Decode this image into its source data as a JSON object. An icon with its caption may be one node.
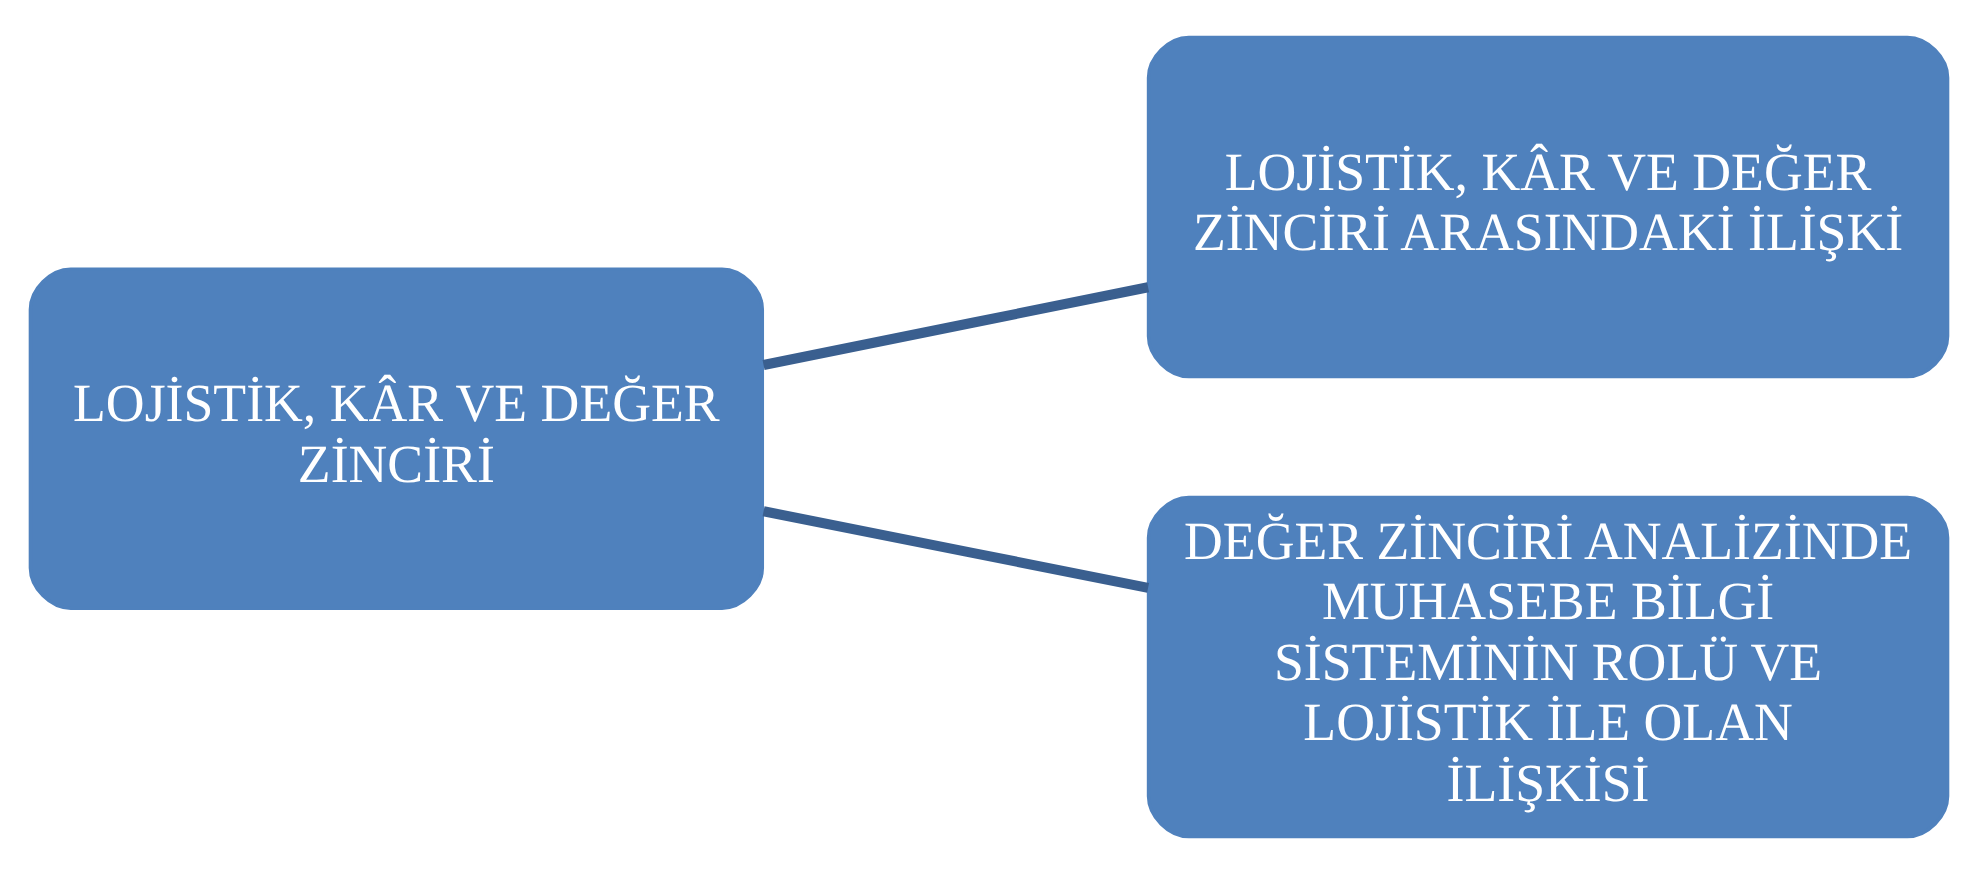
{
  "diagram": {
    "nodes": [
      {
        "text": [
          "LOJİSTİK, KÂR VE DEĞER ZİNCİRİ"
        ]
      },
      {
        "text": [
          "LOJİSTİK, KÂR VE DEĞER ZİNCİRİ ARASINDAKİ İLİŞKİ"
        ]
      },
      {
        "text": [
          "DEĞER ZİNCİRİ ANALİZİNDE MUHASEBE BİLGİ SİSTEMİNİN ROLÜ VE LOJİSTİK İLE OLAN İLİŞKİSİ"
        ]
      }
    ],
    "edges": [
      {
        "from": 0,
        "to": 1,
        "arrow": "none"
      },
      {
        "from": 0,
        "to": 2,
        "arrow": "none"
      }
    ]
  }
}
